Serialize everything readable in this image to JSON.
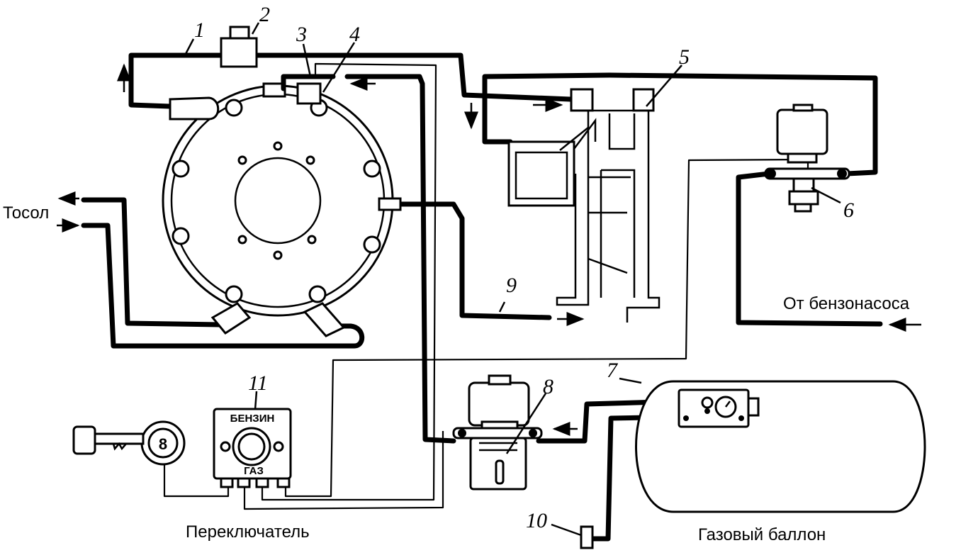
{
  "labels": {
    "coolant": "Тосол",
    "from_fuel_pump": "От бензонасоса",
    "switch": "Переключатель",
    "gas_cylinder": "Газовый баллон",
    "switch_top": "БЕНЗИН",
    "switch_bottom": "ГАЗ",
    "key_mark": "8"
  },
  "numbers": {
    "n1": "1",
    "n2": "2",
    "n3": "3",
    "n4": "4",
    "n5": "5",
    "n6": "6",
    "n7": "7",
    "n8": "8",
    "n9": "9",
    "n10": "10",
    "n11": "11"
  }
}
